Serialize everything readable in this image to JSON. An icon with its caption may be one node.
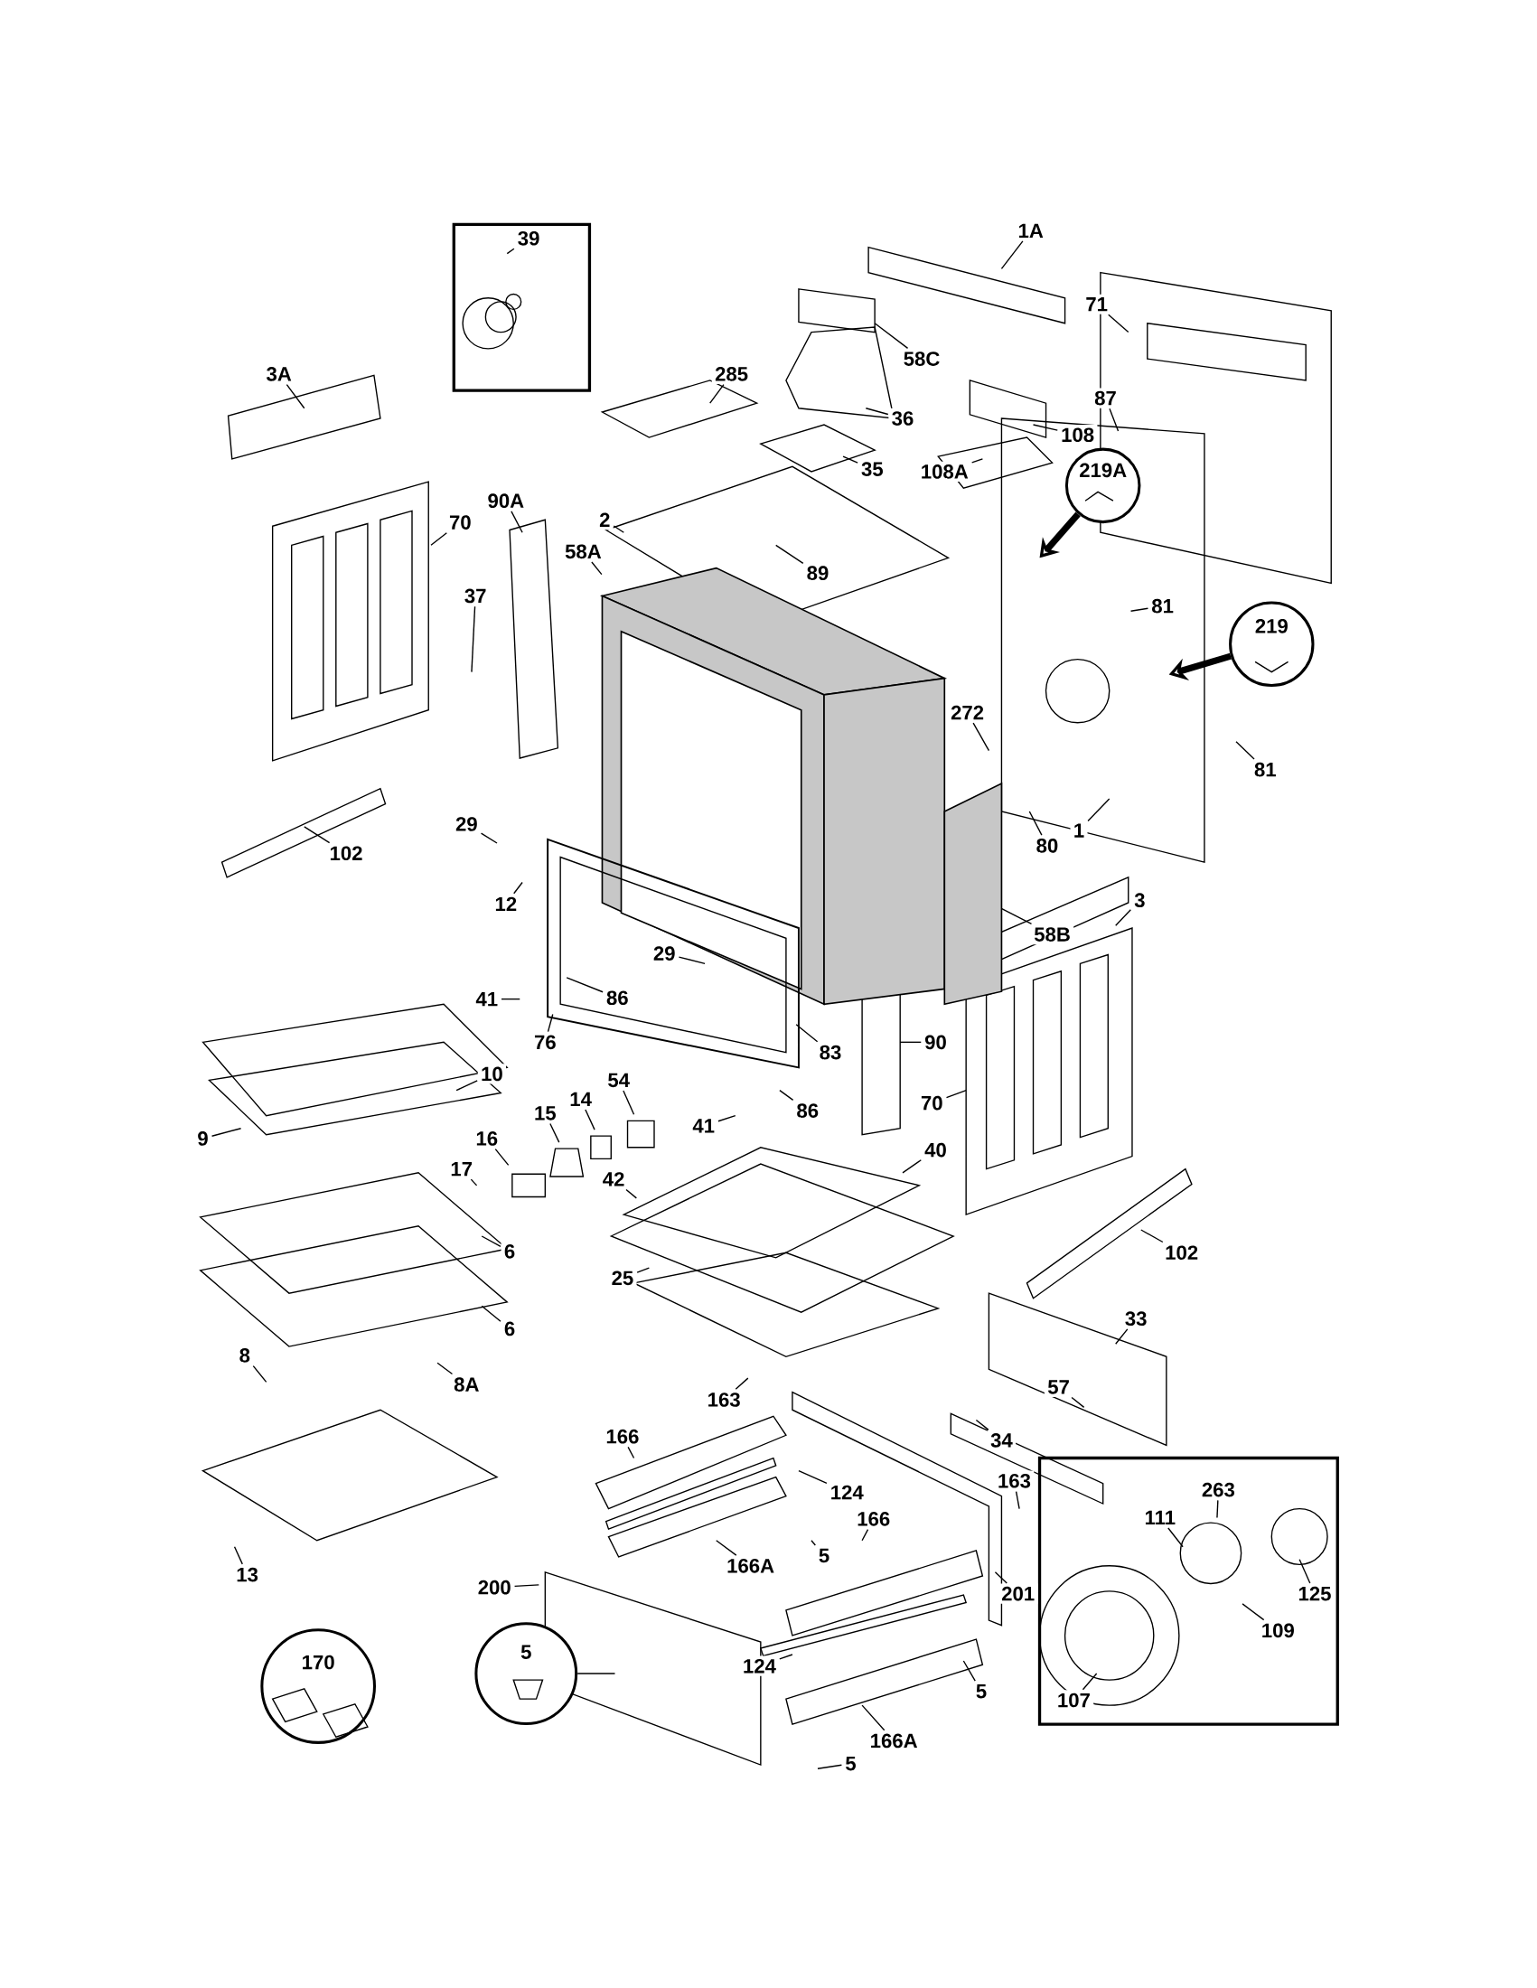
{
  "diagram": {
    "nodes": [
      {
        "text": [
          "39"
        ]
      },
      {
        "text": [
          "1A"
        ]
      },
      {
        "text": [
          "3A"
        ]
      },
      {
        "text": [
          "58C"
        ]
      },
      {
        "text": [
          "71"
        ]
      },
      {
        "text": [
          "285"
        ]
      },
      {
        "text": [
          "36"
        ]
      },
      {
        "text": [
          "108"
        ]
      },
      {
        "text": [
          "87"
        ]
      },
      {
        "text": [
          "108A"
        ]
      },
      {
        "text": [
          "35"
        ]
      },
      {
        "text": [
          "70"
        ]
      },
      {
        "text": [
          "90A"
        ]
      },
      {
        "text": [
          "2"
        ]
      },
      {
        "text": [
          "219A"
        ]
      },
      {
        "text": [
          "58A"
        ]
      },
      {
        "text": [
          "89"
        ]
      },
      {
        "text": [
          "81"
        ]
      },
      {
        "text": [
          "37"
        ]
      },
      {
        "text": [
          "219"
        ]
      },
      {
        "text": [
          "272"
        ]
      },
      {
        "text": [
          "81"
        ]
      },
      {
        "text": [
          "29"
        ]
      },
      {
        "text": [
          "102"
        ]
      },
      {
        "text": [
          "80"
        ]
      },
      {
        "text": [
          "1"
        ]
      },
      {
        "text": [
          "12"
        ]
      },
      {
        "text": [
          "3"
        ]
      },
      {
        "text": [
          "58B"
        ]
      },
      {
        "text": [
          "29"
        ]
      },
      {
        "text": [
          "41"
        ]
      },
      {
        "text": [
          "86"
        ]
      },
      {
        "text": [
          "76"
        ]
      },
      {
        "text": [
          "90"
        ]
      },
      {
        "text": [
          "10"
        ]
      },
      {
        "text": [
          "54"
        ]
      },
      {
        "text": [
          "83"
        ]
      },
      {
        "text": [
          "14"
        ]
      },
      {
        "text": [
          "15"
        ]
      },
      {
        "text": [
          "70"
        ]
      },
      {
        "text": [
          "9"
        ]
      },
      {
        "text": [
          "16"
        ]
      },
      {
        "text": [
          "41"
        ]
      },
      {
        "text": [
          "86"
        ]
      },
      {
        "text": [
          "40"
        ]
      },
      {
        "text": [
          "17"
        ]
      },
      {
        "text": [
          "42"
        ]
      },
      {
        "text": [
          "6"
        ]
      },
      {
        "text": [
          "102"
        ]
      },
      {
        "text": [
          "25"
        ]
      },
      {
        "text": [
          "6"
        ]
      },
      {
        "text": [
          "33"
        ]
      },
      {
        "text": [
          "163"
        ]
      },
      {
        "text": [
          "8"
        ]
      },
      {
        "text": [
          "8A"
        ]
      },
      {
        "text": [
          "57"
        ]
      },
      {
        "text": [
          "34"
        ]
      },
      {
        "text": [
          "166"
        ]
      },
      {
        "text": [
          "124"
        ]
      },
      {
        "text": [
          "163"
        ]
      },
      {
        "text": [
          "263"
        ]
      },
      {
        "text": [
          "111"
        ]
      },
      {
        "text": [
          "166"
        ]
      },
      {
        "text": [
          "166A"
        ]
      },
      {
        "text": [
          "5"
        ]
      },
      {
        "text": [
          "13"
        ]
      },
      {
        "text": [
          "200"
        ]
      },
      {
        "text": [
          "201"
        ]
      },
      {
        "text": [
          "125"
        ]
      },
      {
        "text": [
          "109"
        ]
      },
      {
        "text": [
          "170"
        ]
      },
      {
        "text": [
          "5"
        ]
      },
      {
        "text": [
          "124"
        ]
      },
      {
        "text": [
          "5"
        ]
      },
      {
        "text": [
          "107"
        ]
      },
      {
        "text": [
          "166A"
        ]
      },
      {
        "text": [
          "5"
        ]
      },
      {
        "text": [],
        "shape": "box"
      },
      {
        "text": [],
        "shape": "box"
      }
    ],
    "edges": [
      {
        "from": 0,
        "to": null,
        "arrow": "none"
      },
      {
        "from": 1,
        "to": null,
        "arrow": "none"
      },
      {
        "from": 2,
        "to": null,
        "arrow": "none"
      },
      {
        "from": 3,
        "to": null,
        "arrow": "none"
      },
      {
        "from": 4,
        "to": null,
        "arrow": "none"
      },
      {
        "from": 5,
        "to": null,
        "arrow": "none"
      },
      {
        "from": 6,
        "to": null,
        "arrow": "none"
      },
      {
        "from": 7,
        "to": null,
        "arrow": "none"
      },
      {
        "from": 8,
        "to": null,
        "arrow": "none"
      },
      {
        "from": 9,
        "to": null,
        "arrow": "none"
      },
      {
        "from": 10,
        "to": null,
        "arrow": "none"
      },
      {
        "from": 11,
        "to": null,
        "arrow": "none"
      },
      {
        "from": 12,
        "to": null,
        "arrow": "none"
      },
      {
        "from": 13,
        "to": null,
        "arrow": "none"
      },
      {
        "from": 14,
        "to": null,
        "arrow": "to",
        "style": "thick"
      },
      {
        "from": 15,
        "to": 77,
        "arrow": "none"
      },
      {
        "from": 16,
        "to": null,
        "arrow": "none"
      },
      {
        "from": 17,
        "to": null,
        "arrow": "none"
      },
      {
        "from": 18,
        "to": null,
        "arrow": "none"
      },
      {
        "from": 19,
        "to": null,
        "arrow": "to",
        "style": "thick"
      },
      {
        "from": 20,
        "to": null,
        "arrow": "none"
      },
      {
        "from": 21,
        "to": null,
        "arrow": "none"
      },
      {
        "from": 22,
        "to": null,
        "arrow": "none"
      },
      {
        "from": 23,
        "to": null,
        "arrow": "none"
      },
      {
        "from": 24,
        "to": null,
        "arrow": "none"
      },
      {
        "from": 25,
        "to": null,
        "arrow": "none"
      },
      {
        "from": 26,
        "to": null,
        "arrow": "none"
      },
      {
        "from": 27,
        "to": null,
        "arrow": "none"
      },
      {
        "from": 28,
        "to": 78,
        "arrow": "none"
      },
      {
        "from": 29,
        "to": null,
        "arrow": "none"
      },
      {
        "from": 30,
        "to": null,
        "arrow": "none"
      },
      {
        "from": 31,
        "to": null,
        "arrow": "none"
      },
      {
        "from": 32,
        "to": null,
        "arrow": "none"
      },
      {
        "from": 33,
        "to": null,
        "arrow": "none"
      },
      {
        "from": 34,
        "to": null,
        "arrow": "none"
      },
      {
        "from": 35,
        "to": null,
        "arrow": "none"
      },
      {
        "from": 36,
        "to": null,
        "arrow": "none"
      },
      {
        "from": 37,
        "to": null,
        "arrow": "none"
      },
      {
        "from": 38,
        "to": null,
        "arrow": "none"
      },
      {
        "from": 39,
        "to": null,
        "arrow": "none"
      },
      {
        "from": 40,
        "to": null,
        "arrow": "none"
      },
      {
        "from": 41,
        "to": null,
        "arrow": "none"
      },
      {
        "from": 42,
        "to": null,
        "arrow": "none"
      },
      {
        "from": 43,
        "to": null,
        "arrow": "none"
      },
      {
        "from": 44,
        "to": null,
        "arrow": "none"
      },
      {
        "from": 45,
        "to": null,
        "arrow": "none"
      },
      {
        "from": 46,
        "to": null,
        "arrow": "none"
      },
      {
        "from": 47,
        "to": null,
        "arrow": "none"
      },
      {
        "from": 48,
        "to": null,
        "arrow": "none"
      },
      {
        "from": 49,
        "to": null,
        "arrow": "none"
      },
      {
        "from": 50,
        "to": null,
        "arrow": "none"
      },
      {
        "from": 51,
        "to": null,
        "arrow": "none"
      },
      {
        "from": 52,
        "to": null,
        "arrow": "none"
      },
      {
        "from": 53,
        "to": null,
        "arrow": "none"
      },
      {
        "from": 54,
        "to": null,
        "arrow": "none"
      },
      {
        "from": 55,
        "to": null,
        "arrow": "none"
      },
      {
        "from": 56,
        "to": null,
        "arrow": "none"
      },
      {
        "from": 57,
        "to": null,
        "arrow": "none"
      },
      {
        "from": 58,
        "to": null,
        "arrow": "none"
      },
      {
        "from": 59,
        "to": null,
        "arrow": "none"
      },
      {
        "from": 60,
        "to": null,
        "arrow": "none"
      },
      {
        "from": 61,
        "to": null,
        "arrow": "none"
      },
      {
        "from": 62,
        "to": null,
        "arrow": "none"
      },
      {
        "from": 63,
        "to": null,
        "arrow": "none"
      },
      {
        "from": 64,
        "to": null,
        "arrow": "none"
      },
      {
        "from": 65,
        "to": null,
        "arrow": "none"
      },
      {
        "from": 66,
        "to": null,
        "arrow": "none"
      },
      {
        "from": 67,
        "to": null,
        "arrow": "none"
      },
      {
        "from": 68,
        "to": null,
        "arrow": "none"
      },
      {
        "from": 69,
        "to": null,
        "arrow": "none"
      },
      {
        "from": 71,
        "to": null,
        "arrow": "none"
      },
      {
        "from": 72,
        "to": null,
        "arrow": "none"
      },
      {
        "from": 73,
        "to": null,
        "arrow": "none"
      },
      {
        "from": 74,
        "to": null,
        "arrow": "none"
      },
      {
        "from": 75,
        "to": null,
        "arrow": "none"
      },
      {
        "from": 76,
        "to": null,
        "arrow": "none"
      }
    ]
  }
}
